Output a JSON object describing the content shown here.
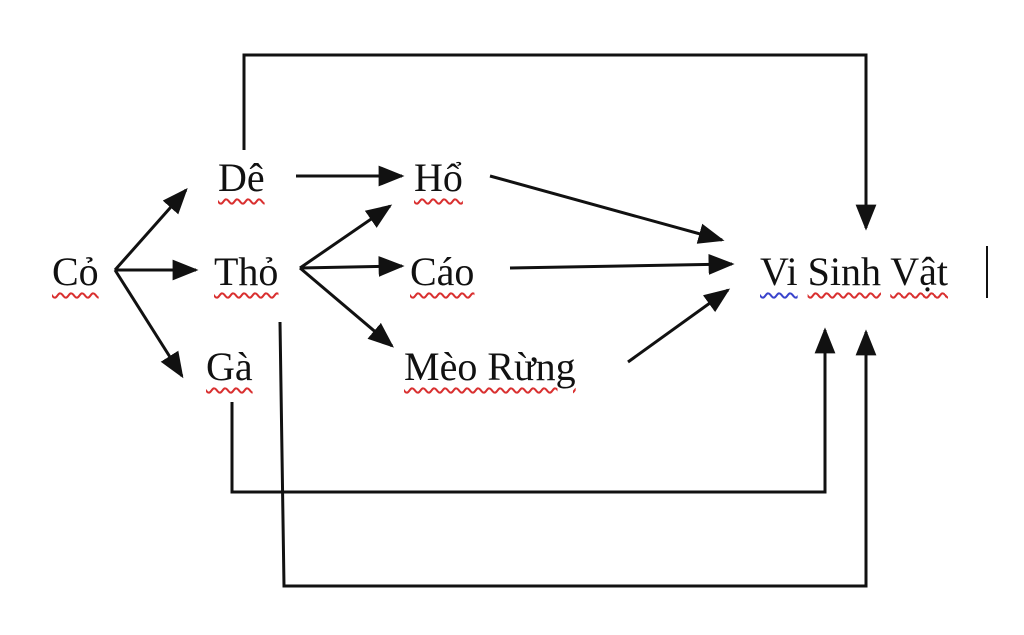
{
  "organisms": {
    "co": "Cỏ",
    "de": "Dê",
    "tho": "Thỏ",
    "ga": "Gà",
    "ho": "Hổ",
    "cao": "Cáo",
    "meo_rung": "Mèo Rừng",
    "vi_sinh_vat": {
      "word1": "Vi",
      "word2": "Sinh",
      "word3": "Vật"
    }
  },
  "colors": {
    "text": "#111111",
    "arrow": "#111111",
    "spellcheck_underline": "#d93030",
    "grammar_underline": "#3a44cc"
  }
}
